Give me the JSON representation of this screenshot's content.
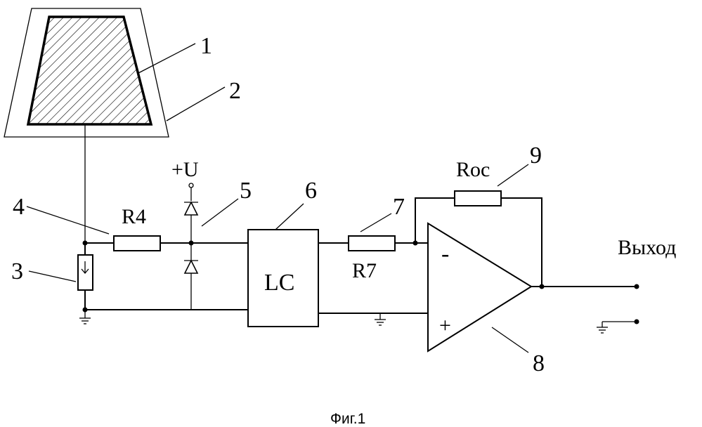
{
  "figure": {
    "caption": "Фиг.1"
  },
  "labels": {
    "n1": "1",
    "n2": "2",
    "n3": "3",
    "n4": "4",
    "n5": "5",
    "n6": "6",
    "n7": "7",
    "n8": "8",
    "n9": "9",
    "r4": "R4",
    "r7": "R7",
    "roc": "Roc",
    "lc": "LC",
    "supply": "+U",
    "output": "Выход",
    "minus": "-",
    "plus": "+"
  }
}
